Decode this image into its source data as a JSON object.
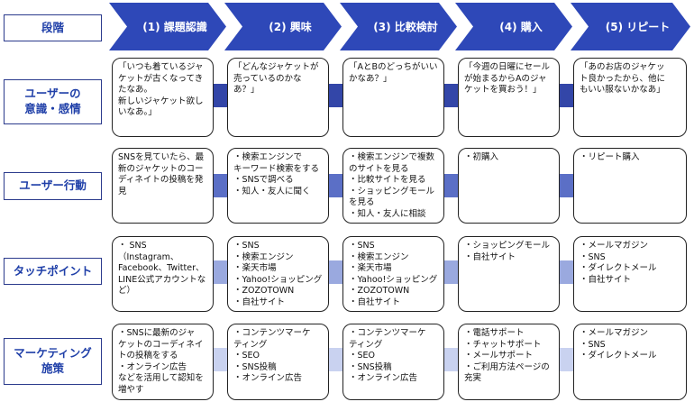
{
  "header": {
    "label": "段階",
    "stages": [
      "(1) 課題認識",
      "(2) 興味",
      "(3) 比較検討",
      "(4) 購入",
      "(5) リピート"
    ]
  },
  "rows": [
    {
      "label": "ユーザーの\n意識・感情",
      "cells": [
        "「いつも着ているジャ\nケットが古くなってき\nたなあ。\n新しいジャケット欲し\nいなあ。」",
        "「どんなジャケットが\n売っているのかな\nあ？」",
        "「AとBのどっちがいい\nかなあ？」",
        "「今週の日曜にセール\nが始まるからAのジャ\nケットを買おう！」",
        "「あのお店のジャケッ\nト良かったから、他に\nもいい服ないかなあ」"
      ]
    },
    {
      "label": "ユーザー行動",
      "cells": [
        "SNSを見ていたら、最\n新のジャケットのコー\nディネイトの投稿を発\n見",
        "・検索エンジンで\nキーワード検索をする\n・SNSで調べる\n・知人・友人に聞く",
        "・検索エンジンで複数\nのサイトを見る\n・比較サイトを見る\n・ショッピングモール\nを見る\n・知人・友人に相談",
        "・初購入",
        "・リピート購入"
      ]
    },
    {
      "label": "タッチポイント",
      "cells": [
        "・ SNS\n（Instagram、\nFacebook、Twitter、\nLINE公式アカウントな\nど）",
        "・SNS\n・検索エンジン\n・楽天市場\n・Yahoo!ショッピング\n・ZOZOTOWN\n・自社サイト",
        "・SNS\n・検索エンジン\n・楽天市場\n・Yahoo!ショッピング\n・ZOZOTOWN\n・自社サイト",
        "・ショッピングモール\n・自社サイト",
        "・メールマガジン\n・SNS\n・ダイレクトメール\n・自社サイト"
      ]
    },
    {
      "label": "マーケティング\n施策",
      "cells": [
        "・SNSに最新のジャ\nケットのコーディネイ\nトの投稿をする\n・オンライン広告\nなどを活用して認知を\n増やす",
        "・コンテンツマーケ\nティング\n・SEO\n・SNS投稿\n・オンライン広告",
        "・コンテンツマーケ\nティング\n・SEO\n・SNS投稿\n・オンライン広告",
        "・電話サポート\n・チャットサポート\n・メールサポート\n・ご利用方法ページの\n充実",
        "・メールマガジン\n・SNS\n・ダイレクトメール"
      ]
    }
  ],
  "colors": {
    "chevron": "#2e48b8",
    "label_border": "#2a3a8c",
    "label_text": "#1f3fa8",
    "connectors": [
      "#3346a8",
      "#5b6fc6",
      "#9aa9df",
      "#c9d2f0"
    ]
  }
}
